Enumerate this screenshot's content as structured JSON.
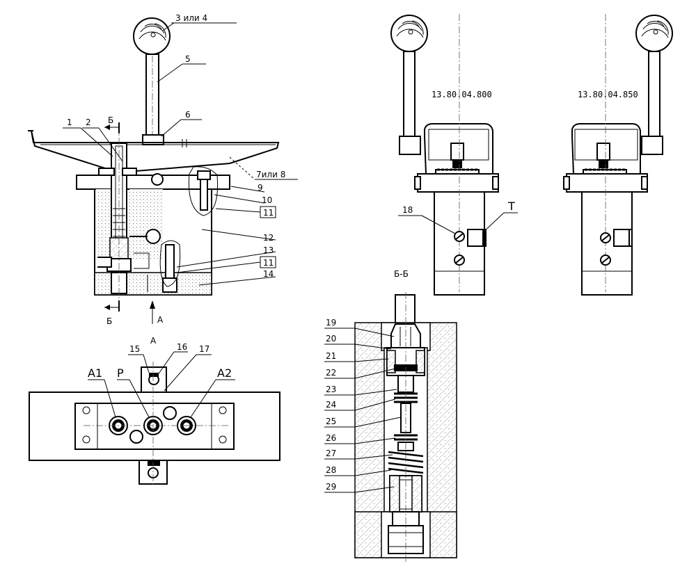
{
  "drawing": {
    "main_view": {
      "labels": {
        "c1": "1",
        "c2": "2",
        "c3": "3 или 4",
        "c5": "5",
        "c6": "6",
        "c7": "7или 8",
        "c9": "9",
        "c10": "10",
        "c11a": "11",
        "c12": "12",
        "c13": "13",
        "c11b": "11",
        "c14": "14"
      },
      "section_marks": {
        "top": "Б",
        "bottom": "Б",
        "arrow": "А"
      }
    },
    "view_a": {
      "title": "А",
      "labels": {
        "c15": "15",
        "c16": "16",
        "c17": "17"
      },
      "ports": {
        "a1": "A1",
        "p": "P",
        "a2": "A2"
      }
    },
    "side_views": {
      "left_code": "13.80.04.800",
      "right_code": "13.80.04.850",
      "c18": "18",
      "t": "T"
    },
    "section_bb": {
      "title": "Б-Б",
      "labels": [
        "19",
        "20",
        "21",
        "22",
        "23",
        "24",
        "25",
        "26",
        "27",
        "28",
        "29"
      ]
    }
  },
  "icons": [
    "lever-knob-icon",
    "screw-head-icon",
    "fitting-port-icon"
  ]
}
